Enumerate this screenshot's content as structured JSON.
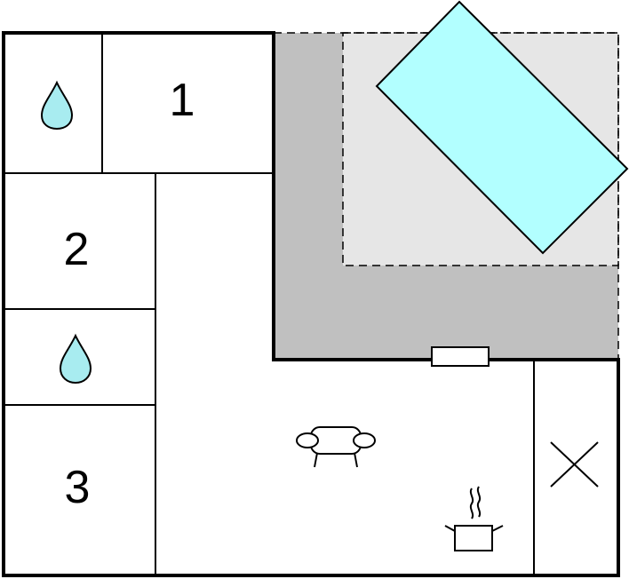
{
  "rooms": [
    {
      "id": "room-1",
      "label": "1",
      "type": "bedroom"
    },
    {
      "id": "room-2",
      "label": "2",
      "type": "bedroom"
    },
    {
      "id": "room-3",
      "label": "3",
      "type": "bedroom"
    }
  ],
  "icons": {
    "bathroom": "water-drop-icon",
    "living": "sofa-icon",
    "kitchen": "cooking-pot-icon",
    "utility": "cross-icon",
    "pool": "swimming-pool"
  },
  "colors": {
    "wall": "#000000",
    "terrace": "#c0c0c0",
    "pool_deck": "#e6e6e6",
    "pool_water": "#b2ffff",
    "water_drop": "#a8ecf0",
    "background": "#ffffff"
  }
}
